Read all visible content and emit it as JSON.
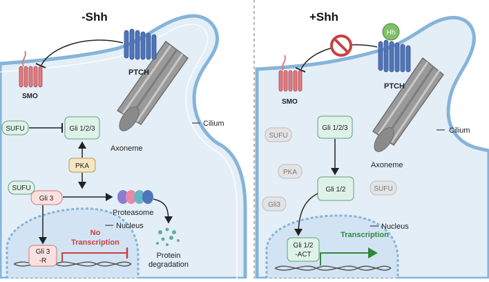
{
  "left": {
    "title": "-Shh",
    "smo": "SMO",
    "ptch": "PTCH",
    "cilium": "Cilium",
    "axoneme": "Axoneme",
    "sufu": "SUFU",
    "gli123": "Gli 1/2/3",
    "pka": "PKA",
    "sufu2": "SUFU",
    "gli3": "Gli 3",
    "proteasome": "Proteasome",
    "nucleus": "Nucleus",
    "gli3r_line1": "Gli 3",
    "gli3r_line2": "-R",
    "no_transcription_line1": "No",
    "no_transcription_line2": "Transcription",
    "protein_line1": "Protein",
    "protein_line2": "degradation"
  },
  "right": {
    "title": "+Shh",
    "hh": "Hh",
    "smo": "SMO",
    "ptch": "PTCH",
    "cilium": "Cilium",
    "axoneme": "Axoneme",
    "sufu_a": "SUFU",
    "gli123": "Gli 1/2/3",
    "pka": "PKA",
    "gli12": "Gli 1/2",
    "sufu_b": "SUFU",
    "gli3": "Gli3",
    "nucleus": "Nucleus",
    "gli12act_line1": "Gli 1/2",
    "gli12act_line2": "-ACT",
    "transcription": "Transcription"
  },
  "colors": {
    "cell_fill": "#e3eef7",
    "membrane": "#86b4d9",
    "nucleus_fill": "#d2e4f3",
    "ptch": "#4f74b8",
    "smo": "#e07a80",
    "green_box_fill": "#dff2e8",
    "green_box_stroke": "#5f9e7e",
    "pink_box_fill": "#fbe0e0",
    "pink_box_stroke": "#d07a7a",
    "pka_fill": "#f4e6c3",
    "inhibit_red": "#c94040",
    "transcription_green": "#2f8a3a",
    "grey_box": "#cfcfcf",
    "axoneme": "#8a8a8a"
  }
}
